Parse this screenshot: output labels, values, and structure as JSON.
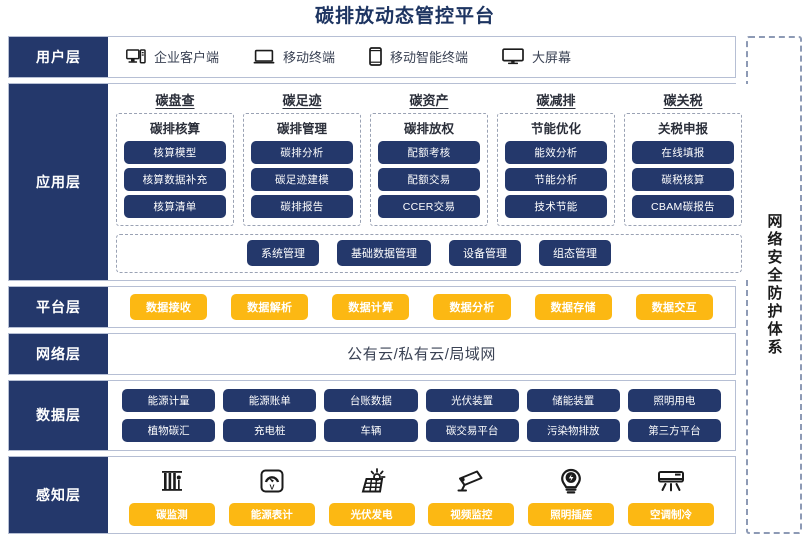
{
  "title": "碳排放动态管控平台",
  "security_panel": {
    "label": "网络安全防护体系"
  },
  "layers": {
    "user": {
      "label": "用户层",
      "items": [
        {
          "icon": "desktop-tower-icon",
          "label": "企业客户端"
        },
        {
          "icon": "laptop-icon",
          "label": "移动终端"
        },
        {
          "icon": "smartphone-icon",
          "label": "移动智能终端"
        },
        {
          "icon": "large-screen-icon",
          "label": "大屏幕"
        }
      ]
    },
    "app": {
      "label": "应用层",
      "columns": [
        {
          "title": "碳盘查",
          "card_title": "碳排核算",
          "items": [
            "核算模型",
            "核算数据补充",
            "核算清单"
          ]
        },
        {
          "title": "碳足迹",
          "card_title": "碳排管理",
          "items": [
            "碳排分析",
            "碳足迹建模",
            "碳排报告"
          ]
        },
        {
          "title": "碳资产",
          "card_title": "碳排放权",
          "items": [
            "配额考核",
            "配额交易",
            "CCER交易"
          ]
        },
        {
          "title": "碳减排",
          "card_title": "节能优化",
          "items": [
            "能效分析",
            "节能分析",
            "技术节能"
          ]
        },
        {
          "title": "碳关税",
          "card_title": "关税申报",
          "items": [
            "在线填报",
            "碳税核算",
            "CBAM碳报告"
          ]
        }
      ],
      "management": [
        "系统管理",
        "基础数据管理",
        "设备管理",
        "组态管理"
      ]
    },
    "platform": {
      "label": "平台层",
      "items": [
        "数据接收",
        "数据解析",
        "数据计算",
        "数据分析",
        "数据存储",
        "数据交互"
      ]
    },
    "network": {
      "label": "网络层",
      "text": "公有云/私有云/局域网"
    },
    "data": {
      "label": "数据层",
      "row1": [
        "能源计量",
        "能源账单",
        "台账数据",
        "光伏装置",
        "储能装置",
        "照明用电"
      ],
      "row2": [
        "植物碳汇",
        "充电桩",
        "车辆",
        "碳交易平台",
        "污染物排放",
        "第三方平台"
      ]
    },
    "sense": {
      "label": "感知层",
      "items": [
        {
          "icon": "carbon-monitor-icon",
          "label": "碳监测"
        },
        {
          "icon": "energy-meter-icon",
          "label": "能源表计"
        },
        {
          "icon": "solar-panel-icon",
          "label": "光伏发电"
        },
        {
          "icon": "cctv-camera-icon",
          "label": "视频监控"
        },
        {
          "icon": "light-bulb-icon",
          "label": "照明插座"
        },
        {
          "icon": "air-conditioner-icon",
          "label": "空调制冷"
        }
      ]
    }
  },
  "colors": {
    "navy": "#24386b",
    "yellow": "#fcb813",
    "title_blue": "#1d3461",
    "border": "#b6bfd4"
  }
}
